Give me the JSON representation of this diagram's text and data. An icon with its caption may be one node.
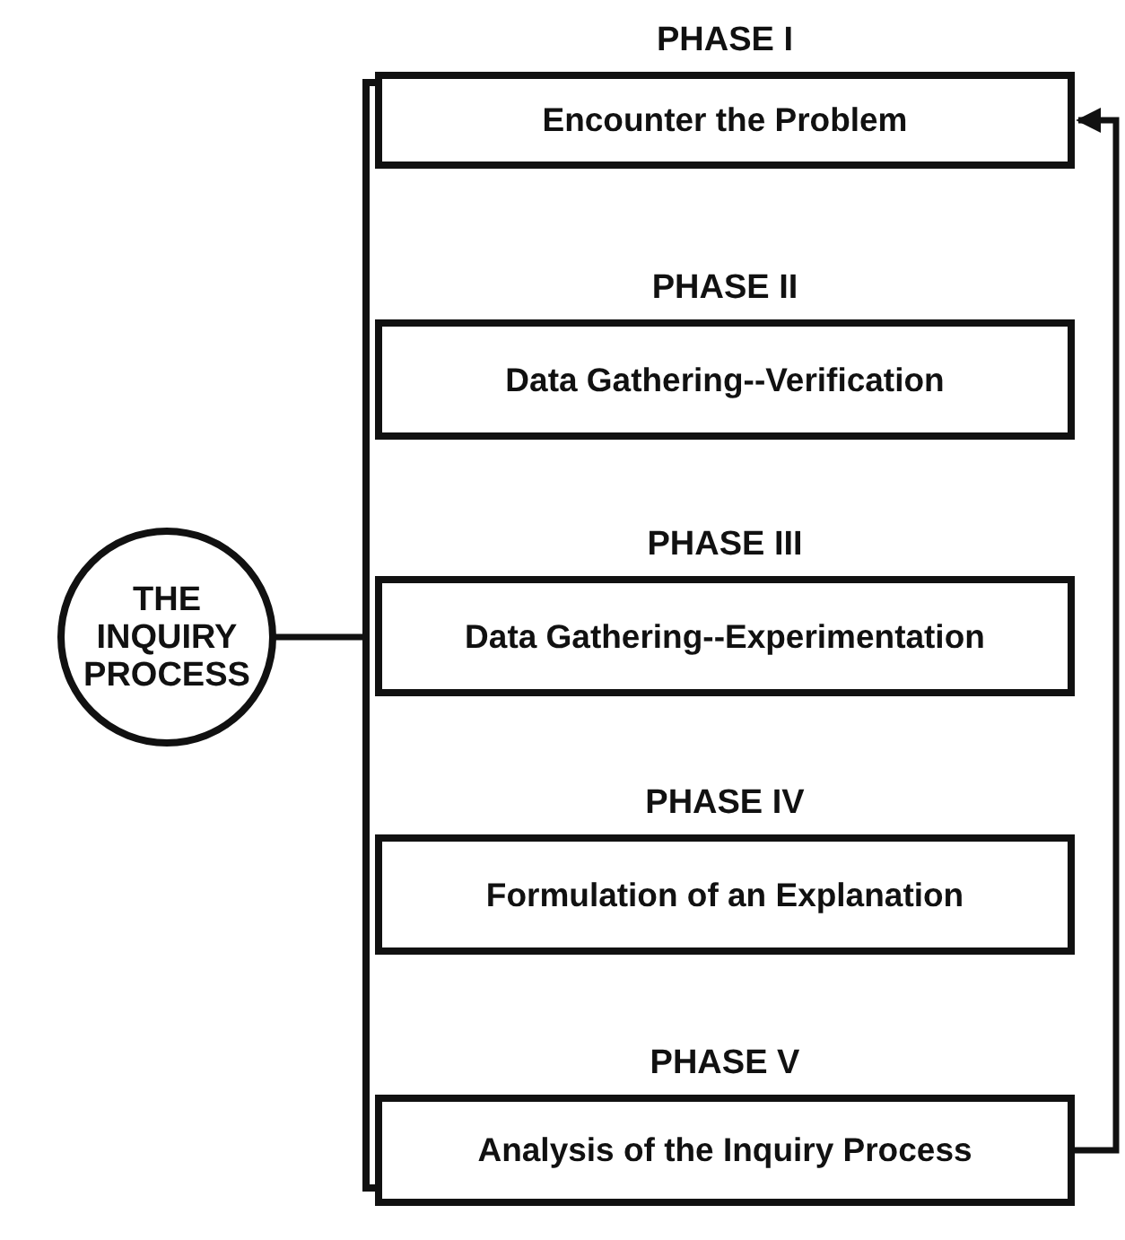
{
  "diagram": {
    "nodes": [
      {
        "text": [
          "THE INQUIRY PROCESS"
        ]
      },
      {
        "text": [],
        "shape": "bracket"
      },
      {
        "text": [
          "PHASE I",
          "Encounter the Problem"
        ]
      },
      {
        "text": [
          "PHASE II",
          "Data Gathering--Verification"
        ]
      },
      {
        "text": [
          "PHASE III",
          "Data Gathering--Experimentation"
        ]
      },
      {
        "text": [
          "PHASE IV",
          "Formulation of an Explanation"
        ]
      },
      {
        "text": [
          "PHASE V",
          "Analysis of the Inquiry Process"
        ]
      }
    ],
    "edges": [
      {
        "from": 0,
        "to": 1,
        "arrow": "none"
      },
      {
        "from": 6,
        "to": 2,
        "arrow": "to"
      }
    ]
  }
}
